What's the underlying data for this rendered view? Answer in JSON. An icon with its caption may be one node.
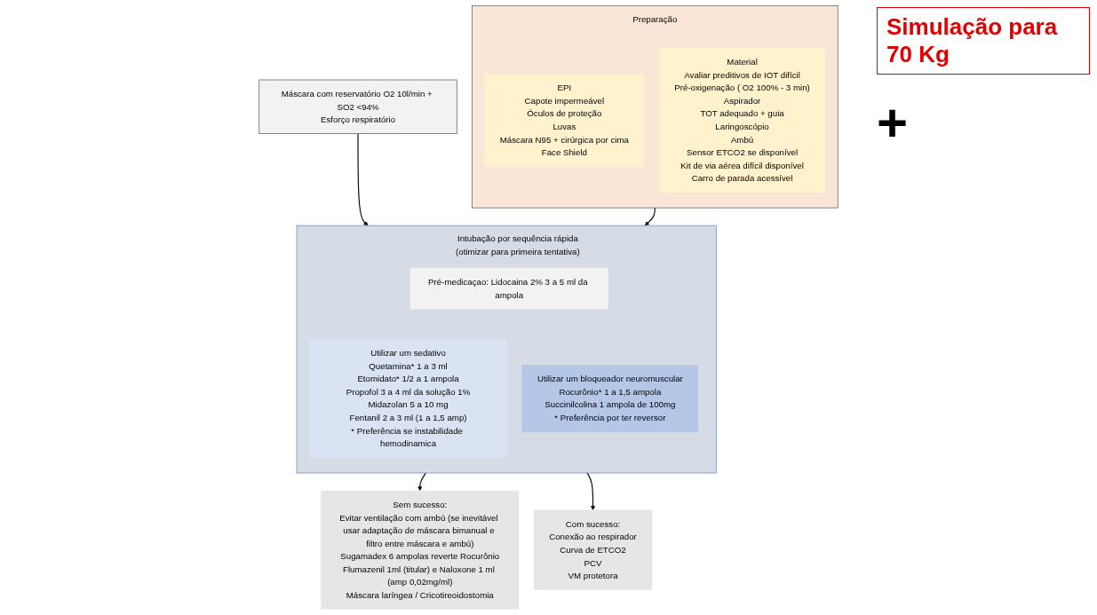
{
  "diagram": {
    "title": "Simulação para 70 Kg",
    "nodes": [
      {
        "text": [
          "Máscara com reservatório O2 10l/min + SO2 <94%",
          "Esforço respiratório"
        ]
      },
      {
        "text": [
          "Intubação por sequência rápida",
          "(otimizar para primeira tentativa)"
        ]
      },
      {
        "text": [
          "Pré-medicaçao: Lidocaina 2% 3 a 5 ml da ampola"
        ],
        "in": 1
      },
      {
        "text": [
          "Utilizar um sedativo",
          "Quetamina* 1 a 3 ml",
          "Etomidato* 1/2 a 1 ampola",
          "Propofol 3 a 4 ml da solução 1%",
          "Midazolan 5 a 10 mg",
          "Fentanil 2 a 3 ml (1 a 1,5 amp)",
          "* Preferência se instabilidade hemodinamica"
        ],
        "in": 1
      },
      {
        "text": [
          "Utilizar um bloqueador neuromuscular",
          "Rocurônio* 1 a 1,5 ampola",
          "Succinilcolina 1 ampola de 100mg",
          "* Preferência por ter reversor"
        ],
        "in": 1
      },
      {
        "text": [
          "Sem sucesso:",
          "Evitar ventilação com ambú (se inevitável usar adaptação de máscara bimanual e filtro entre máscara e ambú)",
          "Sugamadex 6 ampolas reverte Rocurônio",
          "Flumazenil 1ml (titular) e Naloxone 1 ml (amp 0,02mg/ml)",
          "Máscara laríngea / Cricotireoidostomia"
        ]
      },
      {
        "text": [
          "Com sucesso:",
          "Conexão ao respirador",
          "Curva de ETCO2",
          "PCV",
          "VM protetora"
        ]
      },
      {
        "text": [
          "Preparação"
        ]
      },
      {
        "text": [
          "EPI",
          "Capote impermeável",
          "Óculos de proteção",
          "Luvas",
          "Máscara N95 + cirúrgica por cima",
          "Face Shield"
        ],
        "in": 7
      },
      {
        "text": [
          "Material",
          "Avaliar preditivos de IOT difícil",
          "Pré-oxigenação ( O2 100% - 3 min)",
          "Aspirador",
          "TOT adequado + guia",
          "Laringoscópio",
          "Ambú",
          "Sensor ETCO2 se disponível",
          "Kit de via aérea difícil disponível",
          "Carro de parada acessível"
        ],
        "in": 7
      }
    ],
    "edges": [
      {
        "from": 0,
        "to": 1,
        "arrow": "to"
      },
      {
        "from": 1,
        "to": 5,
        "arrow": "to"
      },
      {
        "from": 1,
        "to": 6,
        "arrow": "to"
      },
      {
        "from": 7,
        "to": 1,
        "arrow": "to"
      }
    ],
    "labels": [
      "+"
    ]
  }
}
